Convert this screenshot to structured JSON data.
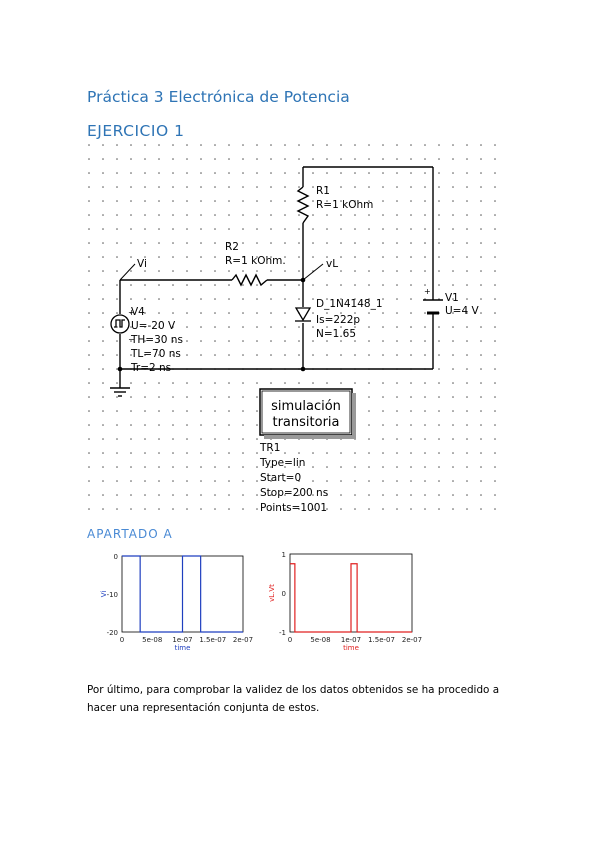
{
  "document": {
    "title": "Práctica 3 Electrónica de Potencia",
    "exercise_heading": "EJERCICIO 1",
    "section_heading": "APARTADO A",
    "paragraph_line1": "Por último, para comprobar la validez de los datos obtenidos se ha procedido a",
    "paragraph_line2": "hacer una representación conjunta de estos."
  },
  "schematic": {
    "r1_name": "R1",
    "r1_value": "R=1 kOhm",
    "r2_name": "R2",
    "r2_value": "R=1 kOhm.",
    "node_vi": "Vi",
    "node_vl": "vL",
    "v4_name": "V4",
    "v4_u": "U=-20 V",
    "v4_th": "TH=30 ns",
    "v4_tl": "TL=70 ns",
    "v4_tr": "Tr=2 ns",
    "d_name": "D_1N4148_1",
    "d_is": "Is=222p",
    "d_n": "N=1.65",
    "v1_name": "V1",
    "v1_u": "U=4 V",
    "sim_box_line1": "simulación",
    "sim_box_line2": "transitoria",
    "tr_name": "TR1",
    "tr_type": "Type=lin",
    "tr_start": "Start=0",
    "tr_stop": "Stop=200 ns",
    "tr_points": "Points=1001"
  },
  "chart_data": [
    {
      "type": "line",
      "color": "#1f3fbf",
      "ylabel": "Vi",
      "xlabel": "time",
      "y_tick_labels": [
        "0",
        "-10",
        "-20"
      ],
      "x_tick_labels": [
        "0",
        "5e-08",
        "1e-07",
        "1.5e-07",
        "2e-07"
      ],
      "xlim": [
        0,
        2e-07
      ],
      "ylim": [
        -20,
        0
      ],
      "series": [
        {
          "x": [
            0,
            3e-08,
            3e-08,
            1e-07,
            1e-07,
            1.3e-07,
            1.3e-07,
            2e-07
          ],
          "y": [
            0,
            0,
            -20,
            -20,
            0,
            0,
            -20,
            -20
          ]
        }
      ]
    },
    {
      "type": "line",
      "color": "#e02020",
      "ylabel": "vL.Vt",
      "xlabel": "time",
      "y_tick_labels": [
        "1",
        "0",
        "-1"
      ],
      "x_tick_labels": [
        "0",
        "5e-08",
        "1e-07",
        "1.5e-07",
        "2e-07"
      ],
      "xlim": [
        0,
        2e-07
      ],
      "ylim": [
        -1,
        1
      ],
      "series": [
        {
          "x": [
            0,
            8e-09,
            8e-09,
            1e-07,
            1e-07,
            1.1e-07,
            1.1e-07,
            2e-07
          ],
          "y": [
            0.75,
            0.75,
            -1,
            -1,
            0.75,
            0.75,
            -1,
            -1
          ]
        }
      ]
    }
  ]
}
